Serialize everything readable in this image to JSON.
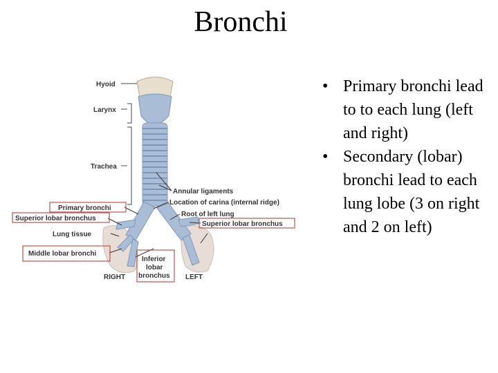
{
  "title": "Bronchi",
  "bullets": [
    {
      "marker": "•",
      "text": "Primary bronchi lead to to each lung (left and right)"
    },
    {
      "marker": "•",
      "text": "Secondary (lobar) bronchi lead to each lung lobe (3 on right and 2 on left)"
    }
  ],
  "diagram": {
    "labels": {
      "hyoid": "Hyoid",
      "larynx": "Larynx",
      "trachea": "Trachea",
      "annular": "Annular ligaments",
      "carina": "Location of carina (internal ridge)",
      "root_left": "Root of left lung",
      "superior_left": "Superior lobar bronchus",
      "primary": "Primary bronchi",
      "superior_right": "Superior lobar bronchus",
      "lung_tissue": "Lung tissue",
      "middle": "Middle lobar bronchi",
      "inferior_1": "Inferior",
      "inferior_2": "lobar",
      "inferior_3": "bronchus",
      "right": "RIGHT",
      "left": "LEFT"
    },
    "colors": {
      "cartilage": "#a9bdd6",
      "cartilage_dark": "#7f97b8",
      "bone": "#e9dfcf",
      "highlight_box": "#c0504d",
      "lung": "#e7dcd6"
    }
  }
}
